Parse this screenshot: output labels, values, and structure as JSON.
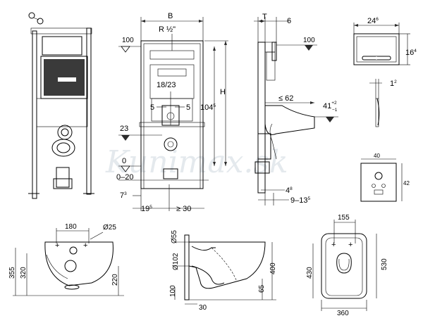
{
  "frame_front": {
    "B": "B",
    "R": "R ½\"",
    "lvl100": "100",
    "center": "18/23",
    "off_left": "5",
    "off_right": "5",
    "lvl23": "23",
    "lvl0": "0",
    "range": "0–20",
    "H": "H",
    "h104": "104",
    "h104_sup": "5",
    "d7": "7",
    "d7_sup": "3",
    "d19": "19",
    "d19_sup": "5",
    "d30": "≥ 30"
  },
  "frame_side": {
    "T": "T",
    "six": "6",
    "lvl100": "100",
    "le62": "≤ 62",
    "v41": "41",
    "v41_sup": "+2",
    "v41_sub": "−1",
    "v4": "4",
    "v4_sup": "8",
    "v9": "9–13",
    "v9_sup": "5"
  },
  "plate": {
    "w": "24",
    "w_sup": "6",
    "h": "16",
    "h_sup": "4",
    "t": "1",
    "t_sup": "2"
  },
  "tile": {
    "w": "40",
    "h": "42"
  },
  "watermark": "Kunimax.sk",
  "bowl_front": {
    "w180": "180",
    "d25": "Ø25",
    "h355": "355",
    "h320": "320",
    "h220": "220"
  },
  "bowl_side": {
    "d55": "Ø55",
    "d102": "Ø102",
    "h100": "100",
    "h400": "400",
    "h65": "65",
    "w30": "30"
  },
  "bowl_top": {
    "w155": "155",
    "h430": "430",
    "h530": "530",
    "w360": "360"
  }
}
